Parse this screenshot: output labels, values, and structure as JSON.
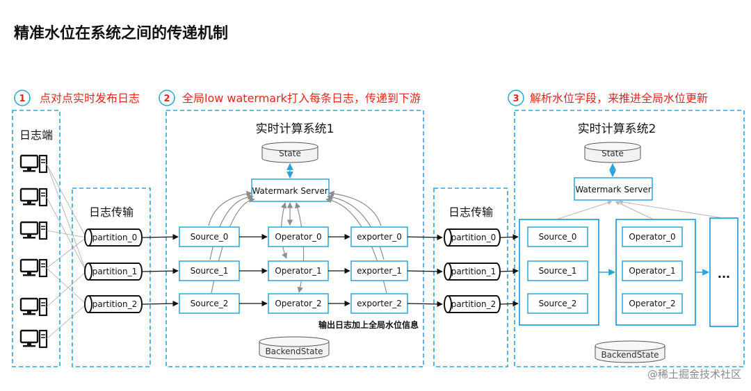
{
  "title": "精准水位在系统之间的传递机制",
  "colors": {
    "accent_red": "#e8251c",
    "accent_blue": "#2aa3dc",
    "box_border": "#2aa3dc",
    "text": "#111111",
    "arrow": "#111111",
    "feedback_arrow": "#8c8c8c"
  },
  "steps": [
    {
      "num": "1",
      "text": "点对点实时发布日志"
    },
    {
      "num": "2",
      "text": "全局low watermark打入每条日志，传递到下游"
    },
    {
      "num": "3",
      "text": "解析水位字段，来推进全局水位更新"
    }
  ],
  "log_side": {
    "label": "日志端",
    "icon": "computer-icon"
  },
  "transport_1": {
    "label": "日志传输",
    "partitions": [
      "partition_0",
      "partition_1",
      "partition_2"
    ]
  },
  "system_1": {
    "label": "实时计算系统1",
    "state": "State",
    "watermark_server": "Watermark Server",
    "sources": [
      "Source_0",
      "Source_1",
      "Source_2"
    ],
    "operators": [
      "Operator_0",
      "Operator_1",
      "Operator_2"
    ],
    "exporters": [
      "exporter_0",
      "exporter_1",
      "exporter_2"
    ],
    "note": "输出日志加上全局水位信息",
    "backend": "BackendState"
  },
  "transport_2": {
    "label": "日志传输",
    "partitions": [
      "partition_0",
      "partition_1",
      "partition_2"
    ]
  },
  "system_2": {
    "label": "实时计算系统2",
    "state": "State",
    "watermark_server": "Watermark Server",
    "sources": [
      "Source_0",
      "Source_1",
      "Source_2"
    ],
    "operators": [
      "Operator_0",
      "Operator_1",
      "Operator_2"
    ],
    "ellipsis": "...",
    "backend": "BackendState"
  },
  "watermark_text": "@稀土掘金技术社区"
}
